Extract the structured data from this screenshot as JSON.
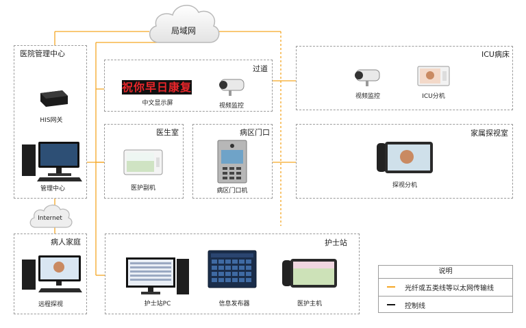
{
  "cloud_lan": {
    "label": "局域网"
  },
  "cloud_internet": {
    "label": "Internet"
  },
  "zones": {
    "hospital_center": {
      "title": "医院管理中心",
      "devices": {
        "his_gateway": "HIS网关",
        "management_center": "管理中心"
      }
    },
    "corridor": {
      "title": "过道",
      "devices": {
        "led_display": "中文显示屏",
        "camera": "视频监控"
      }
    },
    "doctor_room": {
      "title": "医生室",
      "devices": {
        "medical_sub_unit": "医护副机"
      }
    },
    "ward_gate": {
      "title": "病区门口",
      "devices": {
        "gate_unit": "病区门口机"
      }
    },
    "icu": {
      "title": "ICU病床",
      "devices": {
        "camera": "视频监控",
        "icu_extension": "ICU分机"
      }
    },
    "family_visit_room": {
      "title": "家属探视室",
      "devices": {
        "visit_extension": "探视分机"
      }
    },
    "patient_home": {
      "title": "病人家庭",
      "devices": {
        "remote_visit": "远程探视"
      }
    },
    "nurse_station": {
      "title": "护士站",
      "devices": {
        "nurse_pc": "护士站PC",
        "info_publisher": "信息发布器",
        "medical_host": "医护主机"
      }
    }
  },
  "led_text": "祝你早日康复",
  "legend": {
    "title": "说明",
    "items": [
      {
        "label": "光纤或五类线等以太网传输线",
        "color": "#f5a623"
      },
      {
        "label": "控制线",
        "color": "#111111"
      }
    ]
  },
  "colors": {
    "ethernet": "#f5a623",
    "control": "#111111",
    "zone_border": "#9a9a9a"
  }
}
